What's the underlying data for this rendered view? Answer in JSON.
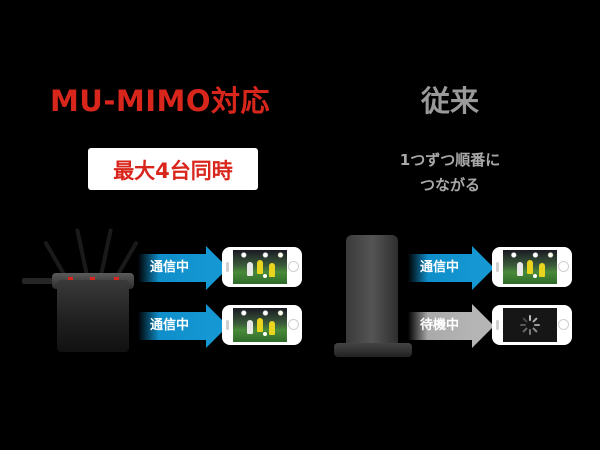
{
  "left": {
    "title": "MU-MIMO対応",
    "badge": "最大4台同時",
    "rows": [
      {
        "label": "通信中"
      },
      {
        "label": "通信中"
      }
    ]
  },
  "right": {
    "title": "従来",
    "desc_line1": "1つずつ順番に",
    "desc_line2": "つながる",
    "rows": [
      {
        "label": "通信中"
      },
      {
        "label": "待機中"
      }
    ]
  },
  "colors": {
    "accent_red": "#d9261c",
    "arrow_blue": "#1497d3",
    "arrow_gray": "#b5b5b5",
    "muted_text": "#9a9a9a",
    "background": "#000000"
  },
  "icons": {
    "phone_video": "phone-video-icon",
    "phone_loading": "loading-spinner-icon",
    "router_mumimo": "mu-mimo-router-icon",
    "router_conventional": "conventional-router-icon"
  }
}
